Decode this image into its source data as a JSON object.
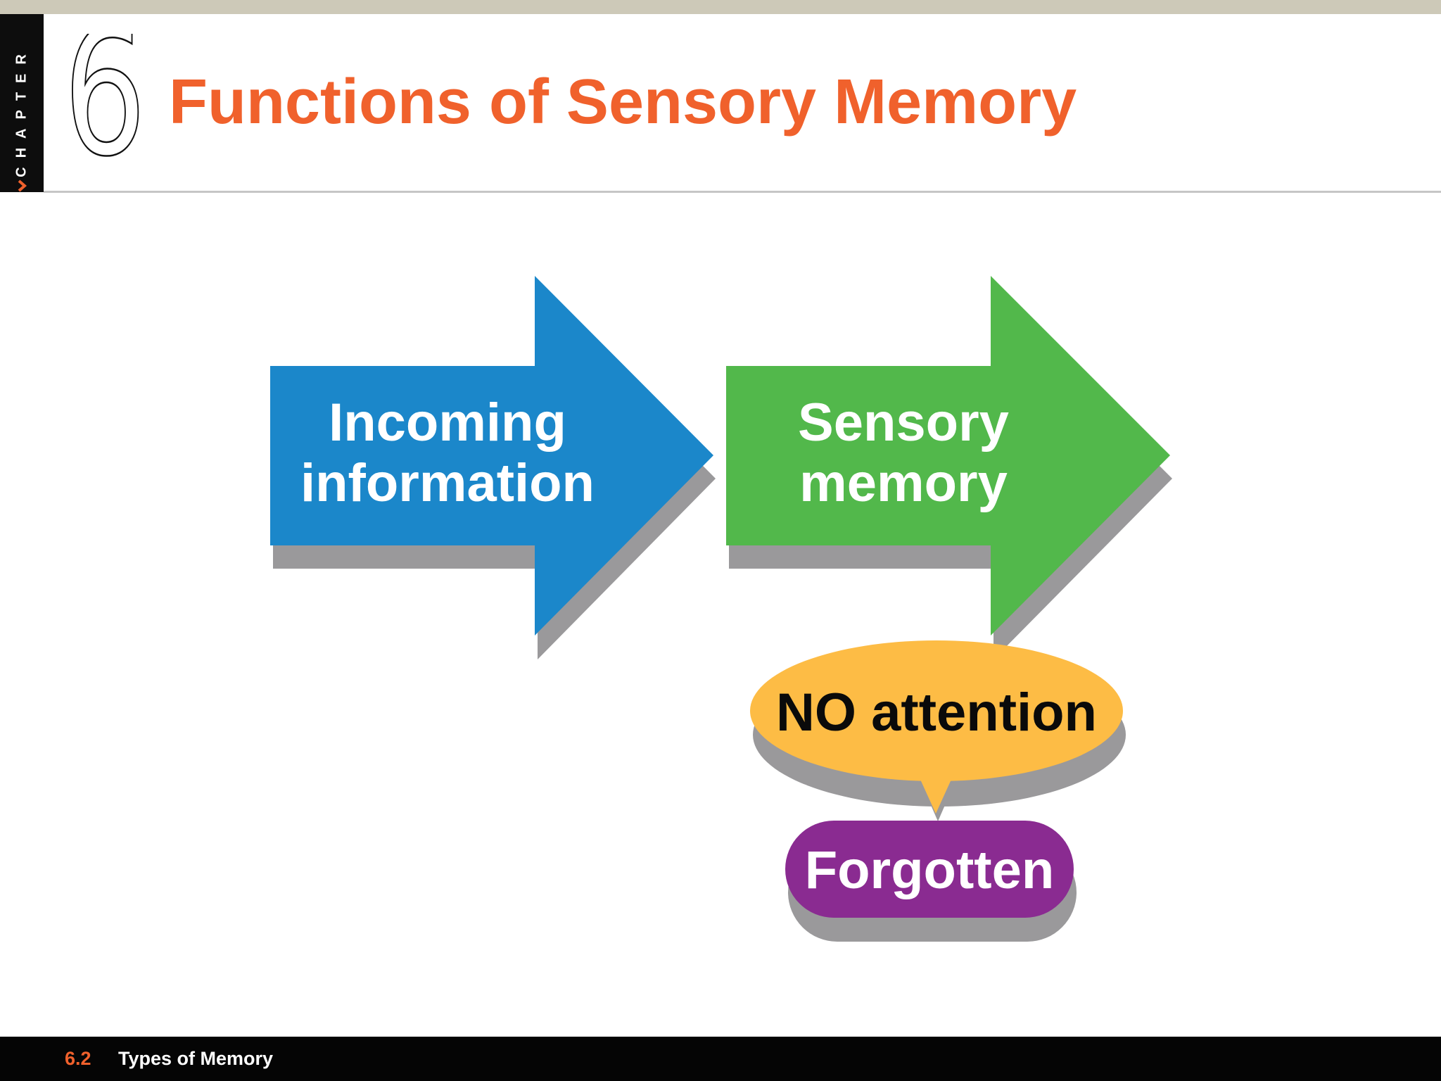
{
  "header": {
    "chapter_word": "CHAPTER",
    "chapter_number": "6",
    "title": "Functions of Sensory Memory"
  },
  "diagram": {
    "incoming": {
      "line1": "Incoming",
      "line2": "information"
    },
    "sensory": {
      "line1": "Sensory",
      "line2": "memory"
    },
    "attention": {
      "label": "NO attention"
    },
    "forgotten": {
      "label": "Forgotten"
    }
  },
  "footer": {
    "section_number": "6.2",
    "section_title": "Types of Memory"
  },
  "colors": {
    "accent_orange": "#f0612c",
    "arrow_blue": "#1b87ca",
    "arrow_green": "#52b84b",
    "bubble_yellow": "#fdbc45",
    "pill_purple": "#8a2b91",
    "shadow_gray": "#9a999b"
  }
}
